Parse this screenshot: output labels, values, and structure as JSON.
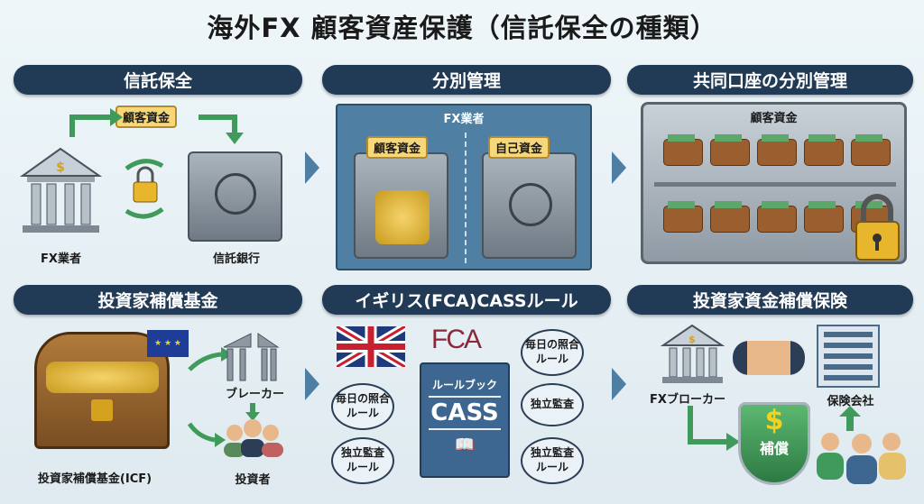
{
  "title": "海外FX 顧客資産保護（信託保全の種類）",
  "sections": {
    "trust": {
      "header": "信託保全",
      "funds_tag": "顧客資金",
      "fx_company": "FX業者",
      "trust_bank": "信託銀行"
    },
    "segregation": {
      "header": "分別管理",
      "box_title": "FX業者",
      "customer_funds": "顧客資金",
      "own_funds": "自己資金"
    },
    "joint": {
      "header": "共同口座の分別管理",
      "vault_label": "顧客資金"
    },
    "icf": {
      "header": "投資家補償基金",
      "chest_label": "投資家補償基金(ICF)",
      "breaker": "ブレーカー",
      "investor": "投資者"
    },
    "cass": {
      "header": "イギリス(FCA)CASSルール",
      "fca_logo": "FCA",
      "book_sub": "ルールブック",
      "book_title": "CASS",
      "bubbles": [
        "毎日の照合\nルール",
        "独立監査\nルール",
        "毎日の照合\nルール",
        "独立監査",
        "独立監査\nルール"
      ]
    },
    "insurance": {
      "header": "投資家資金補償保険",
      "broker": "FXブローカー",
      "insurer": "保険会社",
      "shield": "補償"
    }
  },
  "colors": {
    "header_bg": "#213a55",
    "arrow": "#4d7ea3",
    "green": "#3f9a5b",
    "gold": "#f6d77a"
  }
}
